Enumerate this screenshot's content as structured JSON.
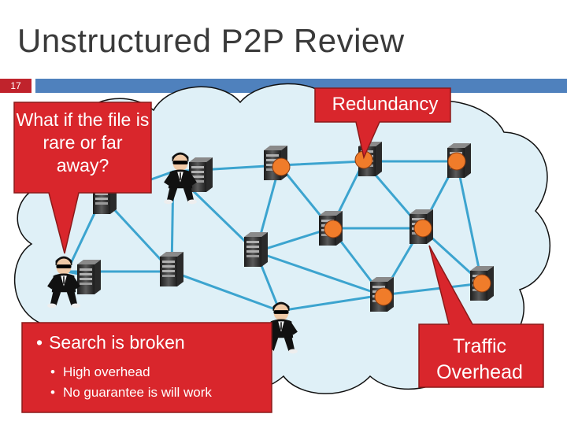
{
  "slide": {
    "title": "Unstructured P2P Review",
    "number": "17"
  },
  "callouts": {
    "rare_file": "What if the file is rare or far away?",
    "redundancy": "Redundancy",
    "traffic_line1": "Traffic",
    "traffic_line2": "Overhead"
  },
  "search_box": {
    "heading": "Search is broken",
    "points": [
      "High overhead",
      "No guarantee is will work"
    ]
  },
  "colors": {
    "title_bar": "#4f81bd",
    "slide_number_bg": "#c0232c",
    "callout_red": "#d9262c",
    "cloud_fill": "#dff0f7",
    "link": "#3ca4cf",
    "highlight_node": "#f07c2a"
  },
  "icons": [
    "server-icon",
    "person-icon",
    "highlight-dot-icon",
    "cloud-shape"
  ]
}
